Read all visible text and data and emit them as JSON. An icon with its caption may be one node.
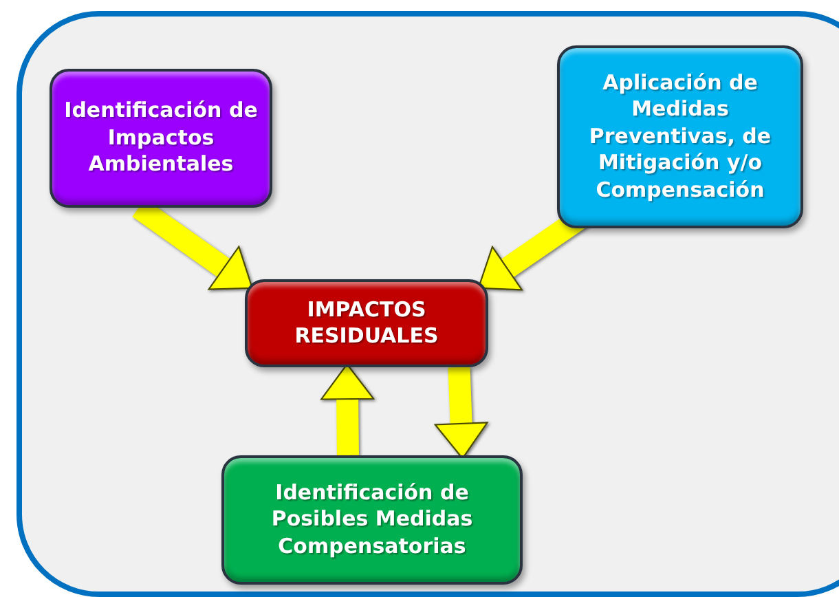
{
  "diagram": {
    "nodes": [
      {
        "text": [],
        "shape": "box"
      },
      {
        "text": [
          "Identificación de Impactos Ambientales"
        ],
        "in": 0
      },
      {
        "text": [
          "Aplicación de Medidas Preventivas, de Mitigación y/o Compensación"
        ],
        "in": 0
      },
      {
        "text": [
          "IMPACTOS RESIDUALES"
        ],
        "in": 0
      },
      {
        "text": [
          "Identificación de Posibles Medidas Compensatorias"
        ],
        "in": 0
      }
    ],
    "edges": [
      {
        "from": 1,
        "to": 3,
        "arrow": "to"
      },
      {
        "from": 2,
        "to": 3,
        "arrow": "to"
      },
      {
        "from": 4,
        "to": 3,
        "arrow": "to"
      },
      {
        "from": 3,
        "to": 4,
        "arrow": "to"
      }
    ]
  }
}
